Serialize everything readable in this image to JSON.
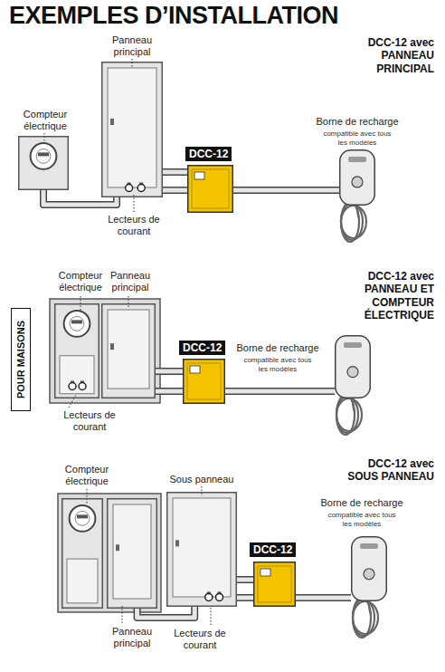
{
  "diagram": {
    "title": "EXEMPLES D’INSTALLATION",
    "nodes": [
      {
        "text": [
          "Compteur électrique"
        ]
      },
      {
        "text": [
          "Panneau principal"
        ]
      },
      {
        "text": [
          "DCC-12"
        ]
      },
      {
        "text": [
          "Borne de recharge",
          "compatible avec tous les modèles"
        ]
      },
      {
        "text": [
          "Compteur électrique"
        ]
      },
      {
        "text": [
          "Panneau principal"
        ]
      },
      {
        "text": [
          "DCC-12"
        ]
      },
      {
        "text": [
          "Borne de recharge",
          "compatible avec tous les modèles"
        ]
      },
      {
        "text": [
          "Compteur électrique"
        ]
      },
      {
        "text": [
          "Panneau principal"
        ]
      },
      {
        "text": [
          "Sous panneau"
        ]
      },
      {
        "text": [
          "DCC-12"
        ]
      },
      {
        "text": [
          "Borne de recharge",
          "compatible avec tous les modèles"
        ]
      }
    ],
    "edges": [
      {
        "from": 0,
        "to": 1,
        "arrow": "none"
      },
      {
        "from": 1,
        "to": 2,
        "arrow": "none"
      },
      {
        "from": 1,
        "to": 2,
        "arrow": "none"
      },
      {
        "from": 2,
        "to": 3,
        "arrow": "none"
      },
      {
        "from": 5,
        "to": 6,
        "arrow": "none"
      },
      {
        "from": 5,
        "to": 6,
        "arrow": "none"
      },
      {
        "from": 6,
        "to": 7,
        "arrow": "none"
      },
      {
        "from": 9,
        "to": 10,
        "arrow": "none"
      },
      {
        "from": 10,
        "to": 11,
        "arrow": "none"
      },
      {
        "from": 10,
        "to": 11,
        "arrow": "none"
      },
      {
        "from": 11,
        "to": 12,
        "arrow": "none"
      }
    ],
    "labels": [
      "DCC-12 avec PANNEAU PRINCIPAL",
      "Lecteurs de courant",
      "POUR MAISONS",
      "DCC-12 avec PANNEAU ET COMPTEUR ÉLECTRIQUE",
      "Lecteurs de courant",
      "DCC-12 avec SOUS PANNEAU",
      "Lecteurs de courant"
    ]
  }
}
